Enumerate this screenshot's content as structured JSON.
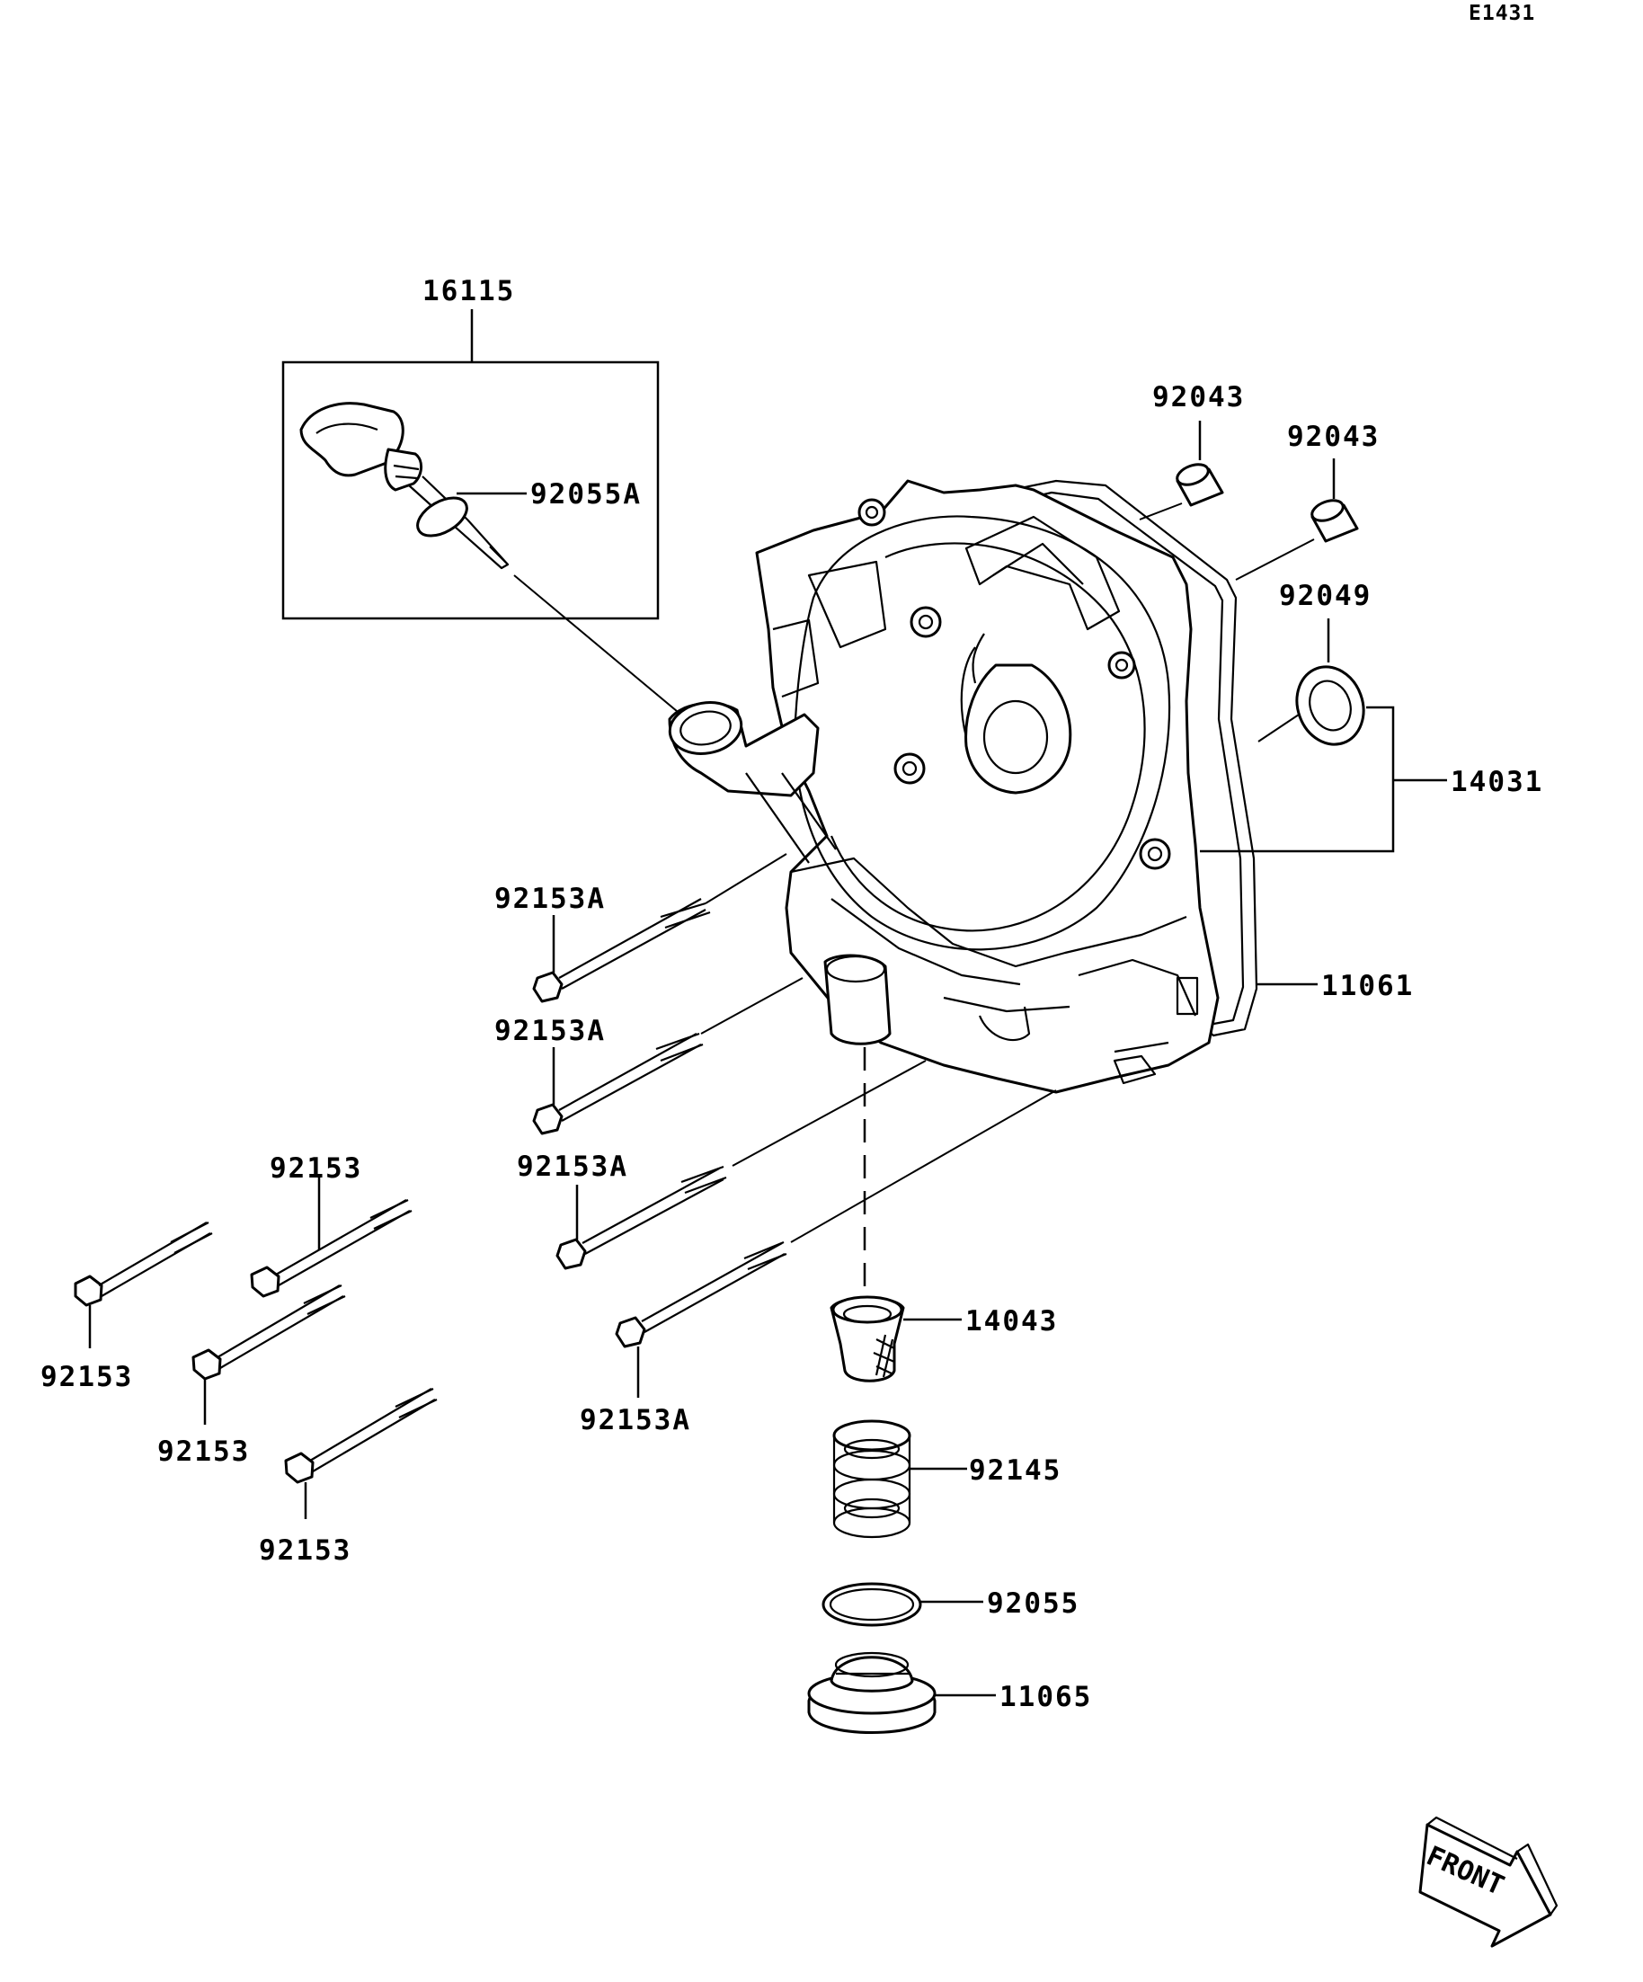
{
  "diagram_code": "E1431",
  "front_label": "FRONT",
  "parts": {
    "oil_filler_cap_assy": "16115",
    "o_ring_cap": "92055A",
    "dowel_pin_1": "92043",
    "dowel_pin_2": "92043",
    "oil_seal": "92049",
    "cover_assy": "14031",
    "cover_gasket": "11061",
    "bolt_a_1": "92153A",
    "bolt_a_2": "92153A",
    "bolt_a_3": "92153A",
    "bolt_a_4": "92153A",
    "bolt_1": "92153",
    "bolt_2": "92153",
    "bolt_3": "92153",
    "bolt_4": "92153",
    "oil_strainer": "14043",
    "spring": "92145",
    "o_ring_plug": "92055",
    "drain_plug": "11065"
  }
}
